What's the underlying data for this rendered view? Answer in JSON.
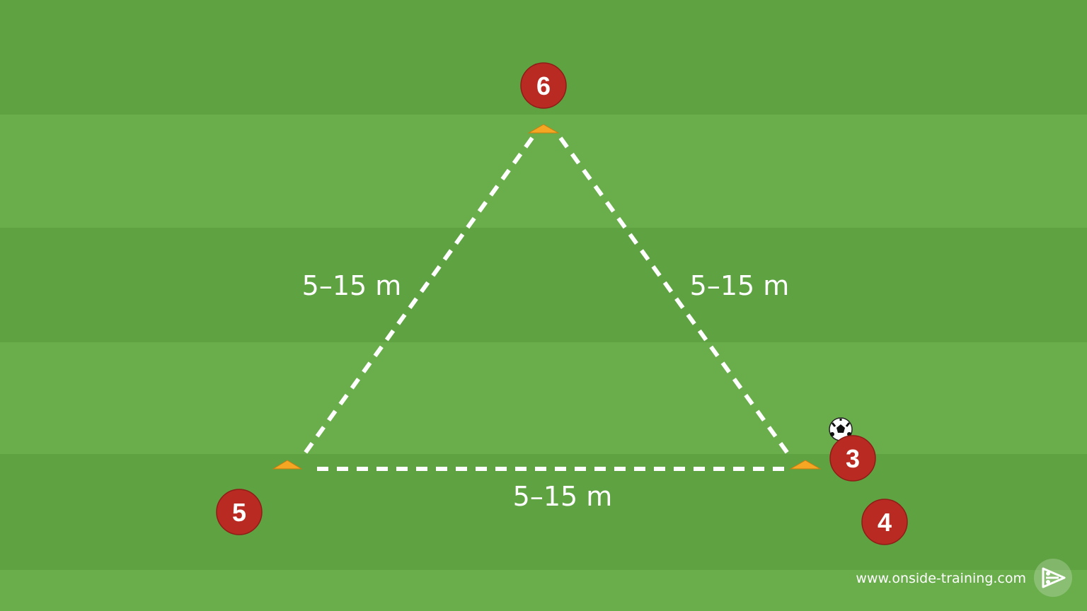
{
  "colors": {
    "pitch_light": "#6aae4c",
    "pitch_dark": "#5fa242",
    "player_fill": "#b82a22",
    "cone": "#f5a623",
    "line": "#ffffff"
  },
  "labels": {
    "left_side": "5–15 m",
    "right_side": "5–15 m",
    "bottom_side": "5–15 m"
  },
  "players": [
    {
      "number": "6",
      "position": "top"
    },
    {
      "number": "5",
      "position": "bottom-left"
    },
    {
      "number": "3",
      "position": "right, with ball"
    },
    {
      "number": "4",
      "position": "bottom-right"
    }
  ],
  "cones": [
    "top",
    "bottom-left",
    "bottom-right"
  ],
  "ball": {
    "icon": "soccer-ball-icon",
    "holder": "3"
  },
  "footer": {
    "url": "www.onside-training.com",
    "logo_icon": "onside-logo-icon"
  }
}
